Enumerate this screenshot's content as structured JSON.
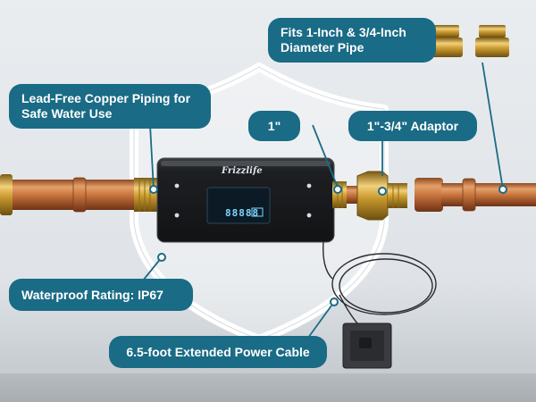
{
  "callouts": {
    "pipe_fit": "Fits 1-Inch & 3/4-Inch Diameter Pipe",
    "copper": "Lead-Free Copper Piping for Safe Water Use",
    "one_inch": "1\"",
    "adaptor": "1\"-3/4\" Adaptor",
    "waterproof": "Waterproof Rating: IP67",
    "cable": "6.5-foot Extended Power Cable"
  },
  "device": {
    "brand": "Frizzlife",
    "display": "88888"
  },
  "colors": {
    "callout": "#1a6b86",
    "copper": "#c9773f",
    "brass": "#c99a2e",
    "device": "#1d1f22"
  }
}
